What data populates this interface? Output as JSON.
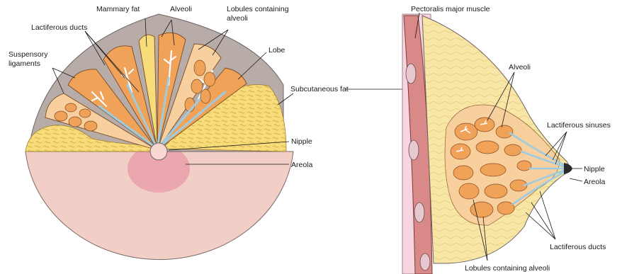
{
  "left_figure": {
    "labels": {
      "mammary_fat": "Mammary fat",
      "alveoli": "Alveoli",
      "lobules_line1": "Lobules containing",
      "lobules_line2": "alveoli",
      "lactiferous_ducts": "Lactiferous ducts",
      "suspensory_line1": "Suspensory",
      "suspensory_line2": "ligaments",
      "lobe": "Lobe",
      "subcutaneous_fat": "Subcutaneous fat",
      "nipple": "Nipple",
      "areola": "Areola"
    }
  },
  "right_figure": {
    "labels": {
      "pectoralis": "Pectoralis major muscle",
      "alveoli": "Alveoli",
      "lactiferous_sinuses": "Lactiferous sinuses",
      "nipple": "Nipple",
      "areola": "Areola",
      "lactiferous_ducts": "Lactiferous ducts",
      "lobules": "Lobules containing alveoli"
    }
  },
  "colors": {
    "skin": "#f2cfc6",
    "fat": "#f8dc7a",
    "lobe_orange": "#f0a259",
    "lobe_light": "#f8cf9e",
    "duct_blue": "#9ecbe0",
    "muscle": "#d98a88",
    "ligament_gray": "#b8aca8",
    "areola_pink": "#e79aa8"
  }
}
